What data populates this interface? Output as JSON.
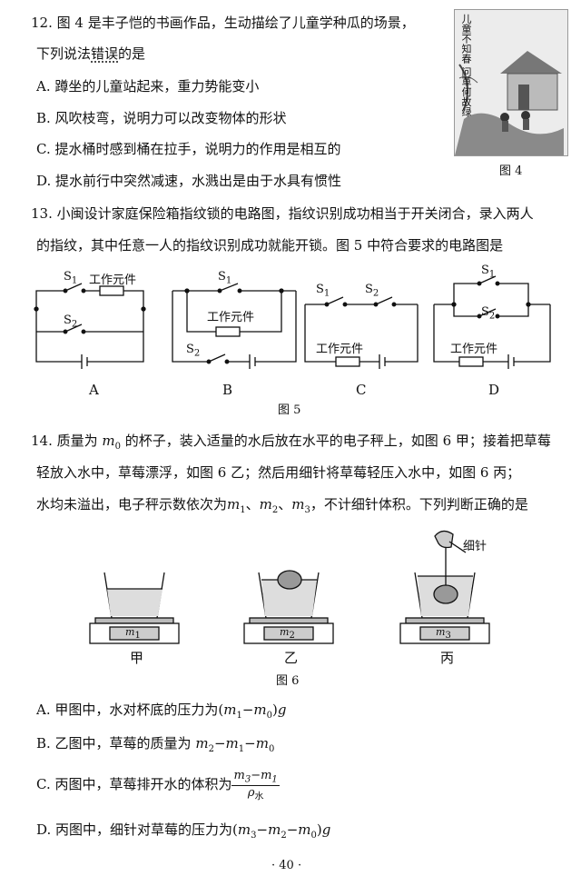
{
  "q12": {
    "line1": "12. 图 4 是丰子恺的书画作品，生动描绘了儿童学种瓜的场景，",
    "line2_pre": "下列说法",
    "line2_emph": "错误",
    "line2_post": "的是",
    "A": "A. 蹲坐的儿童站起来，重力势能变小",
    "B": "B. 风吹枝弯，说明力可以改变物体的形状",
    "C": "C. 提水桶时感到桶在拉手，说明力的作用是相互的",
    "D": "D. 提水前行中突然减速，水溅出是由于水具有惯性",
    "fig_caption": "图 4",
    "painting_text": "儿童不知春 问草何故绿"
  },
  "q13": {
    "line1": "13. 小闽设计家庭保险箱指纹锁的电路图，指纹识别成功相当于开关闭合，录入两人",
    "line2": "的指纹，其中任意一人的指纹识别成功就能开锁。图 5 中符合要求的电路图是",
    "component": "工作元件",
    "s1": "S",
    "s2": "S",
    "labels": [
      "A",
      "B",
      "C",
      "D"
    ],
    "fig_caption": "图 5"
  },
  "q14": {
    "line1_pre": "14. 质量为",
    "line1_post": "的杯子，装入适量的水后放在水平的电子秤上，如图 6 甲；接着把草莓",
    "line2": "轻放入水中，草莓漂浮，如图 6 乙；然后用细针将草莓轻压入水中，如图 6 丙；",
    "line3_pre": "水均未溢出，电子秤示数依次为",
    "line3_post": "，不计细针体积。下列判断正确的是",
    "needle_label": "细针",
    "scale_labels": [
      "甲",
      "乙",
      "丙"
    ],
    "fig_caption": "图 6",
    "A_pre": "A. 甲图中，水对杯底的压力为",
    "B_pre": "B. 乙图中，草莓的质量为",
    "C_pre": "C. 丙图中，草莓排开水的体积为",
    "D_pre": "D. 丙图中，细针对草莓的压力为"
  },
  "page_number": "· 40 ·"
}
